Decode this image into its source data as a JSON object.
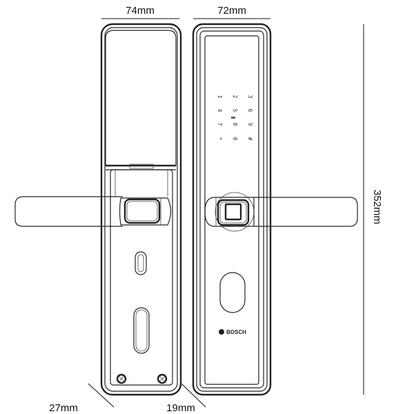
{
  "dimensions": {
    "back_width": "74mm",
    "front_width": "72mm",
    "height": "352mm",
    "back_depth": "27mm",
    "front_depth": "19mm"
  },
  "keypad": {
    "keys": [
      "1",
      "2",
      "3",
      "4",
      "5",
      "6",
      "7",
      "8",
      "9",
      "*",
      "0",
      "#"
    ]
  },
  "front_panel": {
    "brand": "BOSCH"
  }
}
